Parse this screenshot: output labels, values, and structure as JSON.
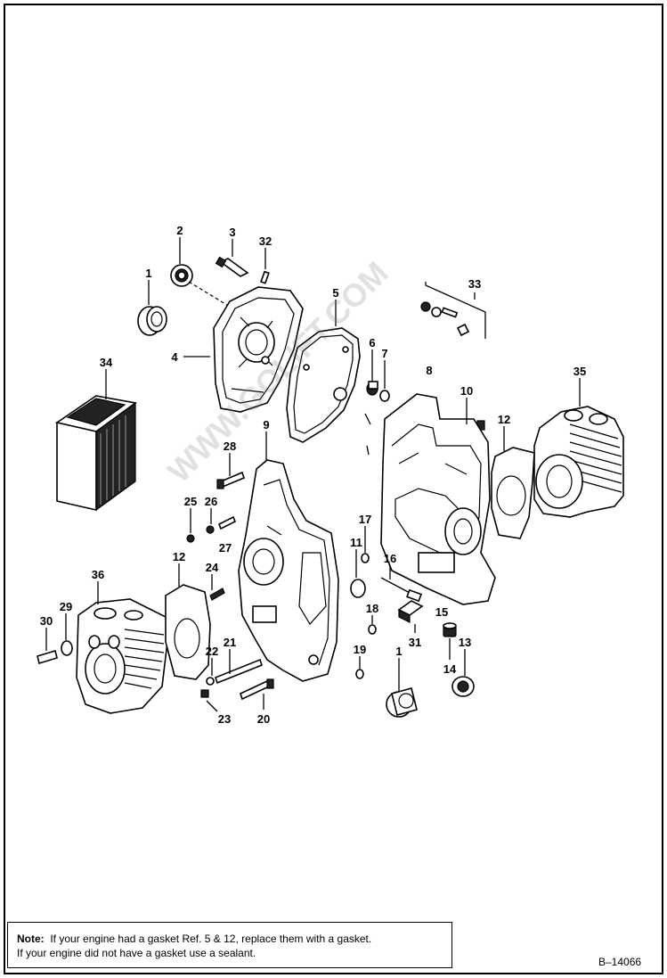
{
  "callouts": [
    {
      "id": "c1a",
      "text": "1"
    },
    {
      "id": "c2",
      "text": "2"
    },
    {
      "id": "c3",
      "text": "3"
    },
    {
      "id": "c32",
      "text": "32"
    },
    {
      "id": "c4",
      "text": "4"
    },
    {
      "id": "c5",
      "text": "5"
    },
    {
      "id": "c33",
      "text": "33"
    },
    {
      "id": "c6",
      "text": "6"
    },
    {
      "id": "c7",
      "text": "7"
    },
    {
      "id": "c8",
      "text": "8"
    },
    {
      "id": "c34",
      "text": "34"
    },
    {
      "id": "c35",
      "text": "35"
    },
    {
      "id": "c10",
      "text": "10"
    },
    {
      "id": "c12a",
      "text": "12"
    },
    {
      "id": "c28",
      "text": "28"
    },
    {
      "id": "c9",
      "text": "9"
    },
    {
      "id": "c25",
      "text": "25"
    },
    {
      "id": "c26",
      "text": "26"
    },
    {
      "id": "c27",
      "text": "27"
    },
    {
      "id": "c17",
      "text": "17"
    },
    {
      "id": "c11",
      "text": "11"
    },
    {
      "id": "c16",
      "text": "16"
    },
    {
      "id": "c12b",
      "text": "12"
    },
    {
      "id": "c24",
      "text": "24"
    },
    {
      "id": "c36",
      "text": "36"
    },
    {
      "id": "c29",
      "text": "29"
    },
    {
      "id": "c30",
      "text": "30"
    },
    {
      "id": "c15",
      "text": "15"
    },
    {
      "id": "c18",
      "text": "18"
    },
    {
      "id": "c21",
      "text": "21"
    },
    {
      "id": "c22",
      "text": "22"
    },
    {
      "id": "c19",
      "text": "19"
    },
    {
      "id": "c31",
      "text": "31"
    },
    {
      "id": "c13",
      "text": "13"
    },
    {
      "id": "c1b",
      "text": "1"
    },
    {
      "id": "c14",
      "text": "14"
    },
    {
      "id": "c23",
      "text": "23"
    },
    {
      "id": "c20",
      "text": "20"
    }
  ],
  "note": {
    "label": "Note:",
    "line1": "If your engine had a gasket Ref. 5 & 12, replace them with a gasket.",
    "line2": "If your engine did not have a gasket use a sealant."
  },
  "figure_id": "B–14066",
  "watermark": "WWW.GOLIFT.COM"
}
